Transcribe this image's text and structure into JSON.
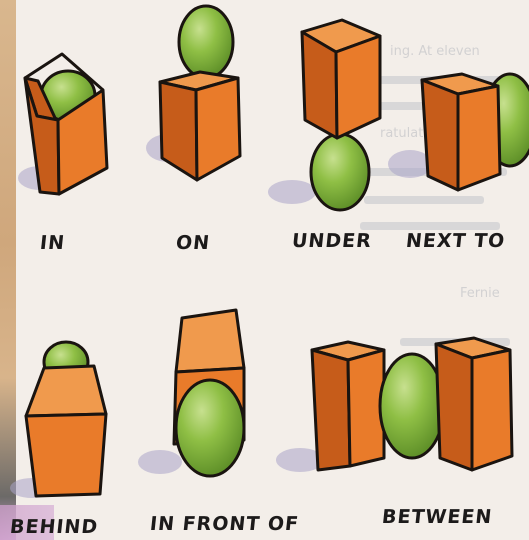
{
  "illustration": {
    "labels": {
      "in": "IN",
      "on": "ON",
      "under": "UNDER",
      "next_to": "NEXT TO",
      "behind": "BEHIND",
      "in_front_of": "IN FRONT OF",
      "between": "BETWEEN"
    },
    "background_text": {
      "line_1": "ing. At eleven",
      "line_2": "ratulation",
      "line_3": "Fernie"
    },
    "colors": {
      "box_front": "#e97b2a",
      "box_side": "#c65c1a",
      "box_top": "#f09a4d",
      "ball": "#8fbf45",
      "ball_highlight": "#c7e08f",
      "ball_shadow": "#5e8f28",
      "shadow": "#a9a4c9",
      "outline": "#1a1410"
    }
  }
}
